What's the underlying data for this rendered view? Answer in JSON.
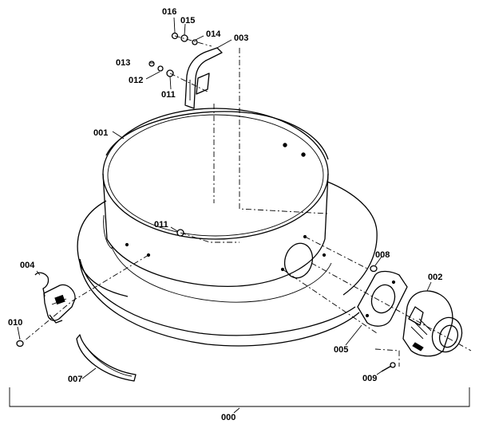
{
  "diagram": {
    "labels": {
      "p000": "000",
      "p001": "001",
      "p002": "002",
      "p003": "003",
      "p004": "004",
      "p005": "005",
      "p007": "007",
      "p008": "008",
      "p009": "009",
      "p010": "010",
      "p011a": "011",
      "p011b": "011",
      "p012": "012",
      "p013": "013",
      "p014": "014",
      "p015": "015",
      "p016": "016"
    }
  }
}
